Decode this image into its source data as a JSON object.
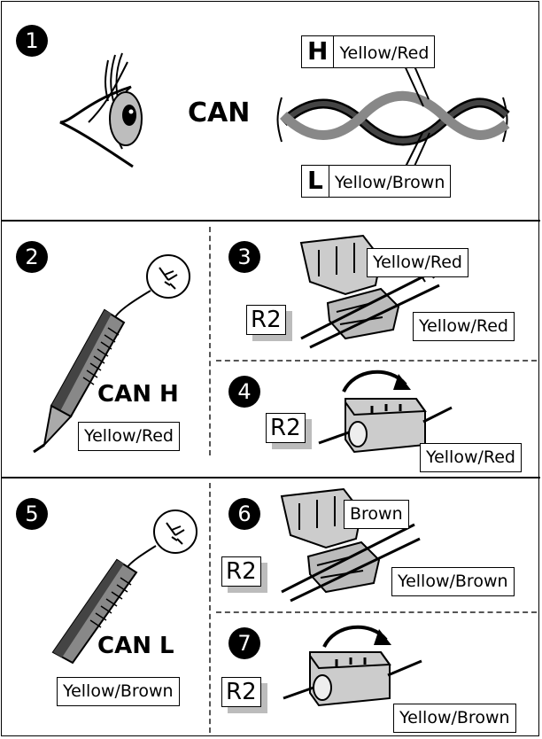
{
  "steps": {
    "s1": "1",
    "s2": "2",
    "s3": "3",
    "s4": "4",
    "s5": "5",
    "s6": "6",
    "s7": "7"
  },
  "section1": {
    "can_label": "CAN",
    "h_letter": "H",
    "h_color": "Yellow/Red",
    "l_letter": "L",
    "l_color": "Yellow/Brown"
  },
  "section2": {
    "can_label": "CAN H",
    "probe_color": "Yellow/Red",
    "step3_wire_top": "Yellow/Red",
    "step3_wire_right": "Yellow/Red",
    "step3_tag": "R2",
    "step4_tag": "R2",
    "step4_wire": "Yellow/Red"
  },
  "section3": {
    "can_label": "CAN L",
    "probe_color": "Yellow/Brown",
    "step6_wire_top": "Brown",
    "step6_wire_right": "Yellow/Brown",
    "step6_tag": "R2",
    "step7_tag": "R2",
    "step7_wire": "Yellow/Brown"
  },
  "icons": [
    "eye-icon",
    "twisted-wire-pair-icon",
    "test-probe-icon",
    "ground-symbol-icon",
    "splice-connector-icon",
    "rotate-arrow-icon"
  ]
}
